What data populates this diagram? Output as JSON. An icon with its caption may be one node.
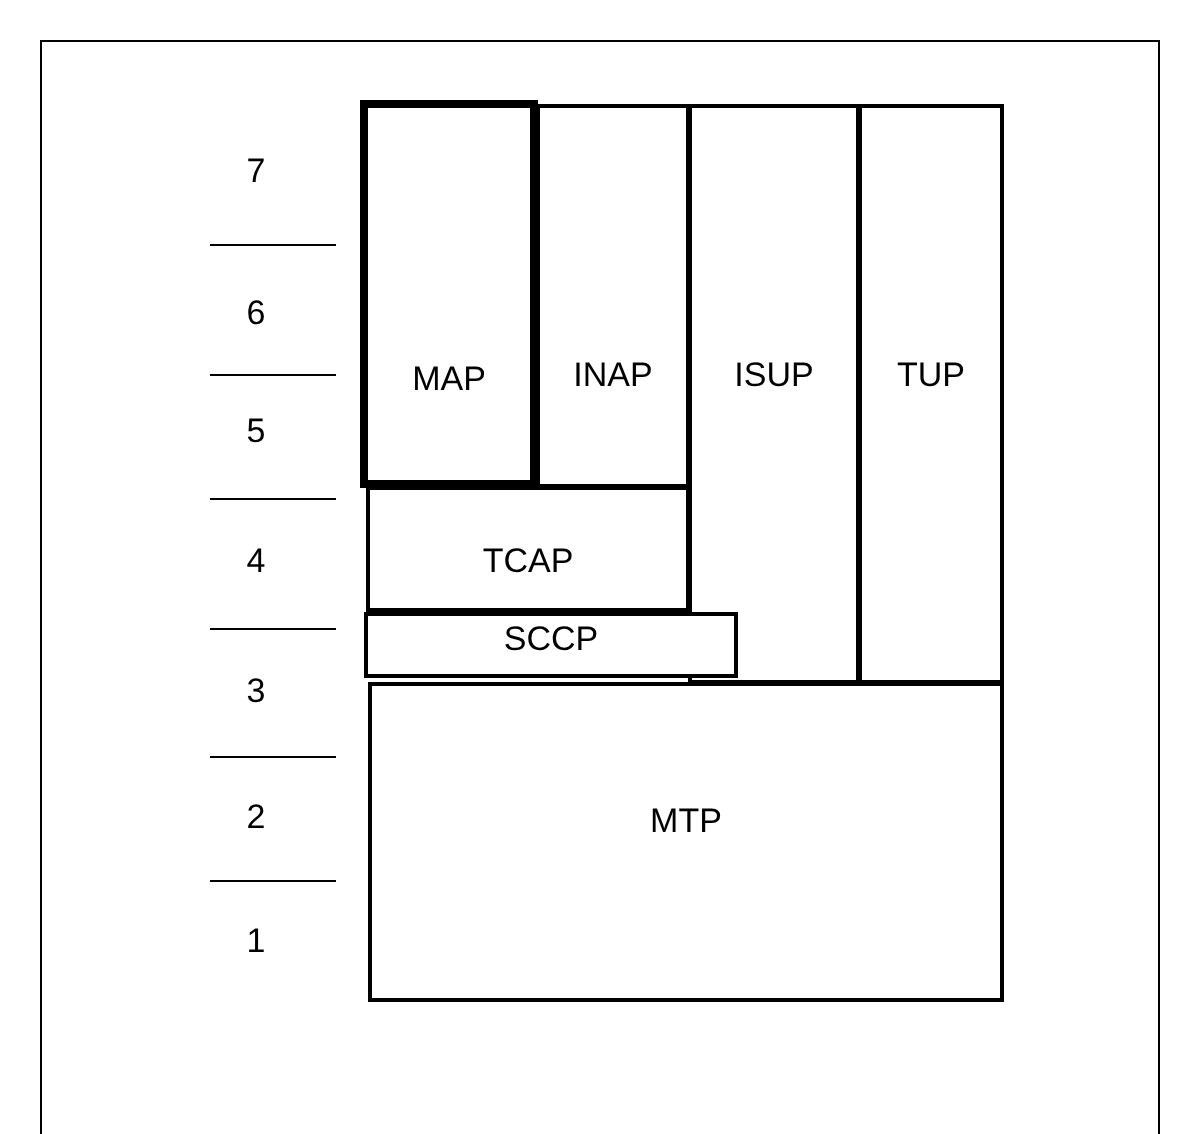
{
  "diagram": {
    "nodes": [
      {
        "text": [
          "MAP"
        ]
      },
      {
        "text": [
          "INAP"
        ]
      },
      {
        "text": [
          "ISUP"
        ]
      },
      {
        "text": [
          "TUP"
        ]
      },
      {
        "text": [
          "TCAP"
        ]
      },
      {
        "text": [
          "SCCP"
        ]
      },
      {
        "text": [
          "MTP"
        ]
      }
    ],
    "labels": [
      "7",
      "6",
      "5",
      "4",
      "3",
      "2",
      "1"
    ]
  }
}
